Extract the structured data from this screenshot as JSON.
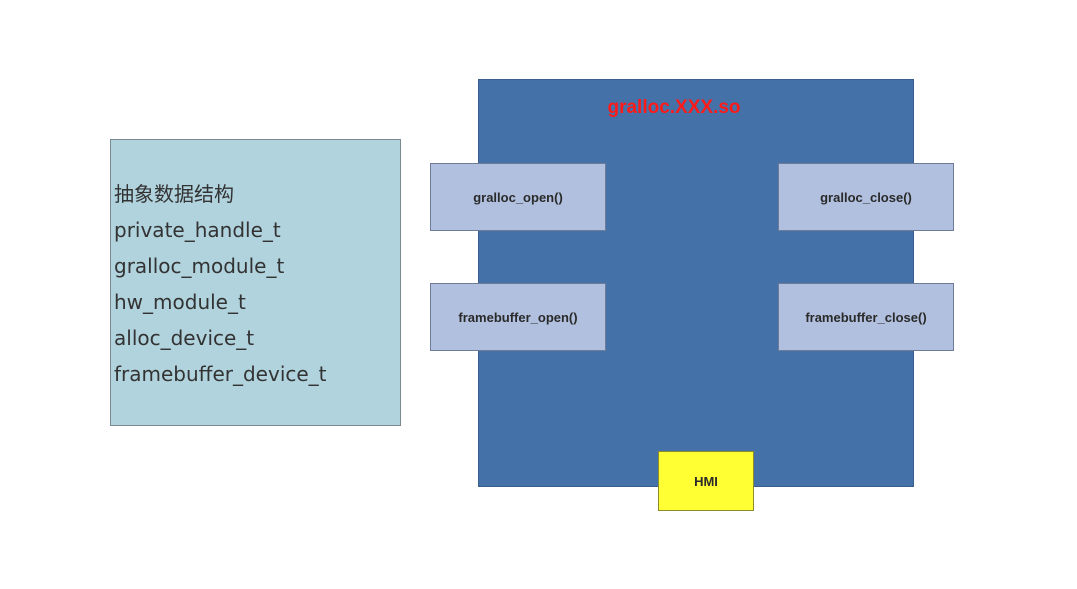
{
  "data_structures": {
    "lines": [
      "抽象数据结构",
      "private_handle_t",
      "gralloc_module_t",
      "hw_module_t",
      "alloc_device_t",
      "framebuffer_device_t"
    ]
  },
  "module": {
    "title": "gralloc.XXX.so",
    "gralloc_open": "gralloc_open()",
    "gralloc_close": "gralloc_close()",
    "framebuffer_open": "framebuffer_open()",
    "framebuffer_close": "framebuffer_close()",
    "hmi": "HMI"
  },
  "colors": {
    "panel": "#b0d3de",
    "module": "#4472a8",
    "title": "#ff1a1a",
    "function_box": "#b0c0de",
    "hmi": "#ffff33"
  }
}
